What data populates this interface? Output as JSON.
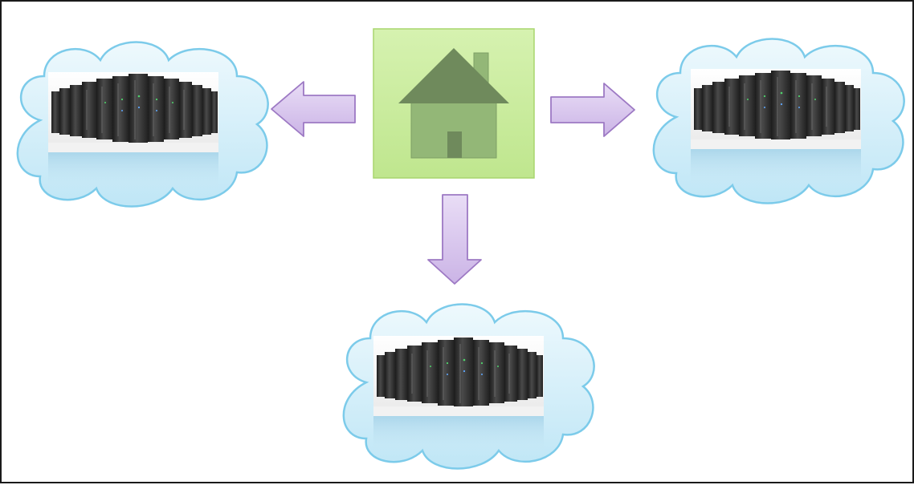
{
  "diagram": {
    "nodes": [
      {
        "id": "home",
        "kind": "house",
        "icon": "house-icon"
      },
      {
        "id": "cloud-left",
        "kind": "cloud-datacenter",
        "icon": "server-rack-icon"
      },
      {
        "id": "cloud-right",
        "kind": "cloud-datacenter",
        "icon": "server-rack-icon"
      },
      {
        "id": "cloud-bottom",
        "kind": "cloud-datacenter",
        "icon": "server-rack-icon"
      }
    ],
    "edges": [
      {
        "from": "home",
        "to": "cloud-left",
        "direction": "left"
      },
      {
        "from": "home",
        "to": "cloud-right",
        "direction": "right"
      },
      {
        "from": "home",
        "to": "cloud-bottom",
        "direction": "down"
      }
    ],
    "colors": {
      "border": "#1a1a1a",
      "cloud_fill": "#d4eef9",
      "cloud_stroke": "#7ccbea",
      "house_box_fill": "#c8ec9c",
      "house_box_stroke": "#a9d56e",
      "house_roof": "#6f8a5c",
      "house_wall": "#93b777",
      "arrow_fill": "#d8c6ec",
      "arrow_stroke": "#9d79c4",
      "server_dark": "#2c2c2c",
      "server_light": "#5a5a5a"
    }
  }
}
